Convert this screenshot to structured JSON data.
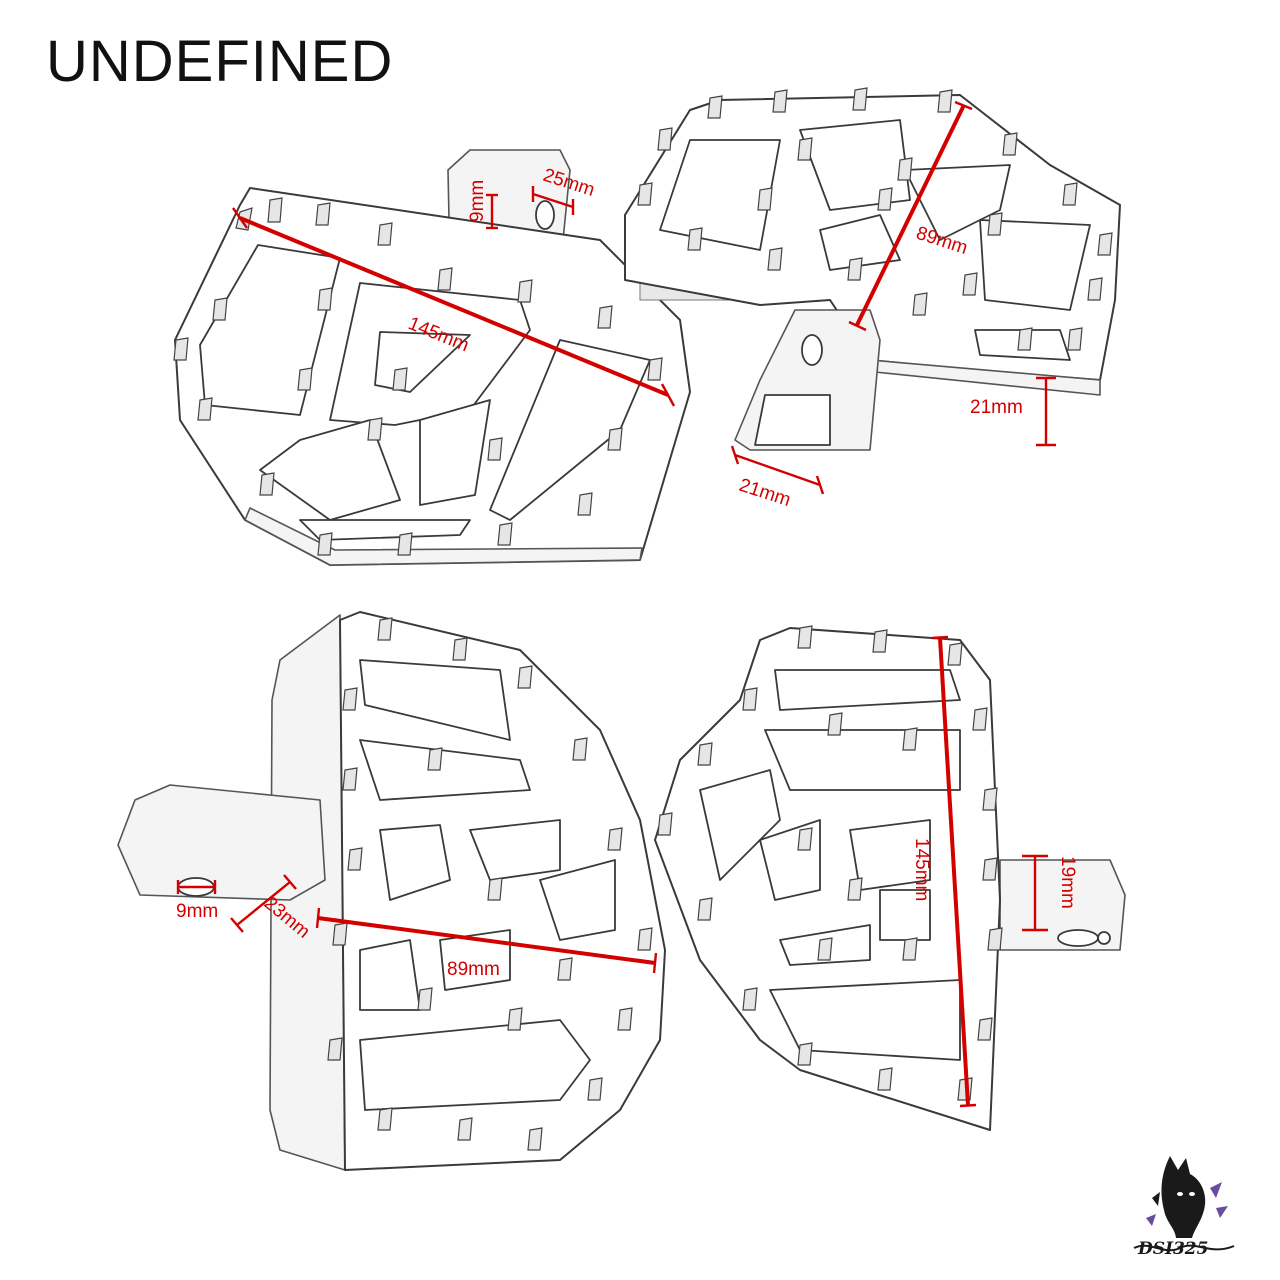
{
  "title": "UNDEFINED",
  "accent_color": "#d40000",
  "measurements": {
    "m1": "145mm",
    "m2": "25mm",
    "m3": "9mm",
    "m4": "89mm",
    "m5": "21mm",
    "m6": "21mm",
    "m7": "89mm",
    "m8": "9mm",
    "m9": "23mm",
    "m10": "145mm",
    "m11": "19mm"
  },
  "watermark": {
    "text": "DSI325",
    "icon": "horse-head-logo-icon"
  }
}
